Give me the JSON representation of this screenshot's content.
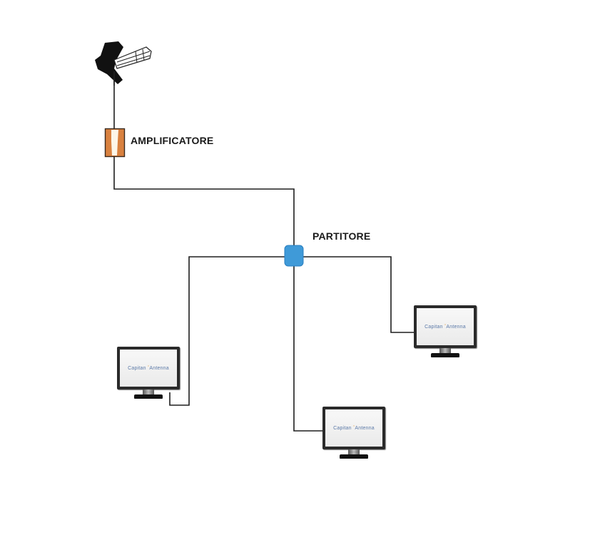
{
  "diagram": {
    "title": "TV antenna distribution diagram",
    "nodes": {
      "antenna": {
        "type": "antenna",
        "icon": "tv-antenna-icon"
      },
      "amplifier": {
        "label": "AMPLIFICATORE",
        "icon": "amplifier-icon",
        "colors": {
          "body": "#d9813f",
          "core": "#fdf6e8",
          "outline": "#3a2a1e"
        }
      },
      "splitter": {
        "label": "PARTITORE",
        "icon": "splitter-icon",
        "colors": {
          "fill": "#3f9ad8",
          "outline": "#2b7fbf"
        }
      },
      "tvs": [
        {
          "id": "tv-left",
          "brand": "Capitan Antenna",
          "brand_first": "Capitan ",
          "brand_second": "Antenna"
        },
        {
          "id": "tv-right",
          "brand": "Capitan Antenna",
          "brand_first": "Capitan ",
          "brand_second": "Antenna"
        },
        {
          "id": "tv-bottom",
          "brand": "Capitan Antenna",
          "brand_first": "Capitan ",
          "brand_second": "Antenna"
        }
      ]
    },
    "connections": [
      {
        "from": "antenna",
        "to": "amplifier"
      },
      {
        "from": "amplifier",
        "to": "splitter"
      },
      {
        "from": "splitter",
        "to": "tv-left"
      },
      {
        "from": "splitter",
        "to": "tv-right"
      },
      {
        "from": "splitter",
        "to": "tv-bottom"
      }
    ],
    "colors": {
      "cable": "#1e1e1e",
      "background": "#ffffff"
    }
  }
}
